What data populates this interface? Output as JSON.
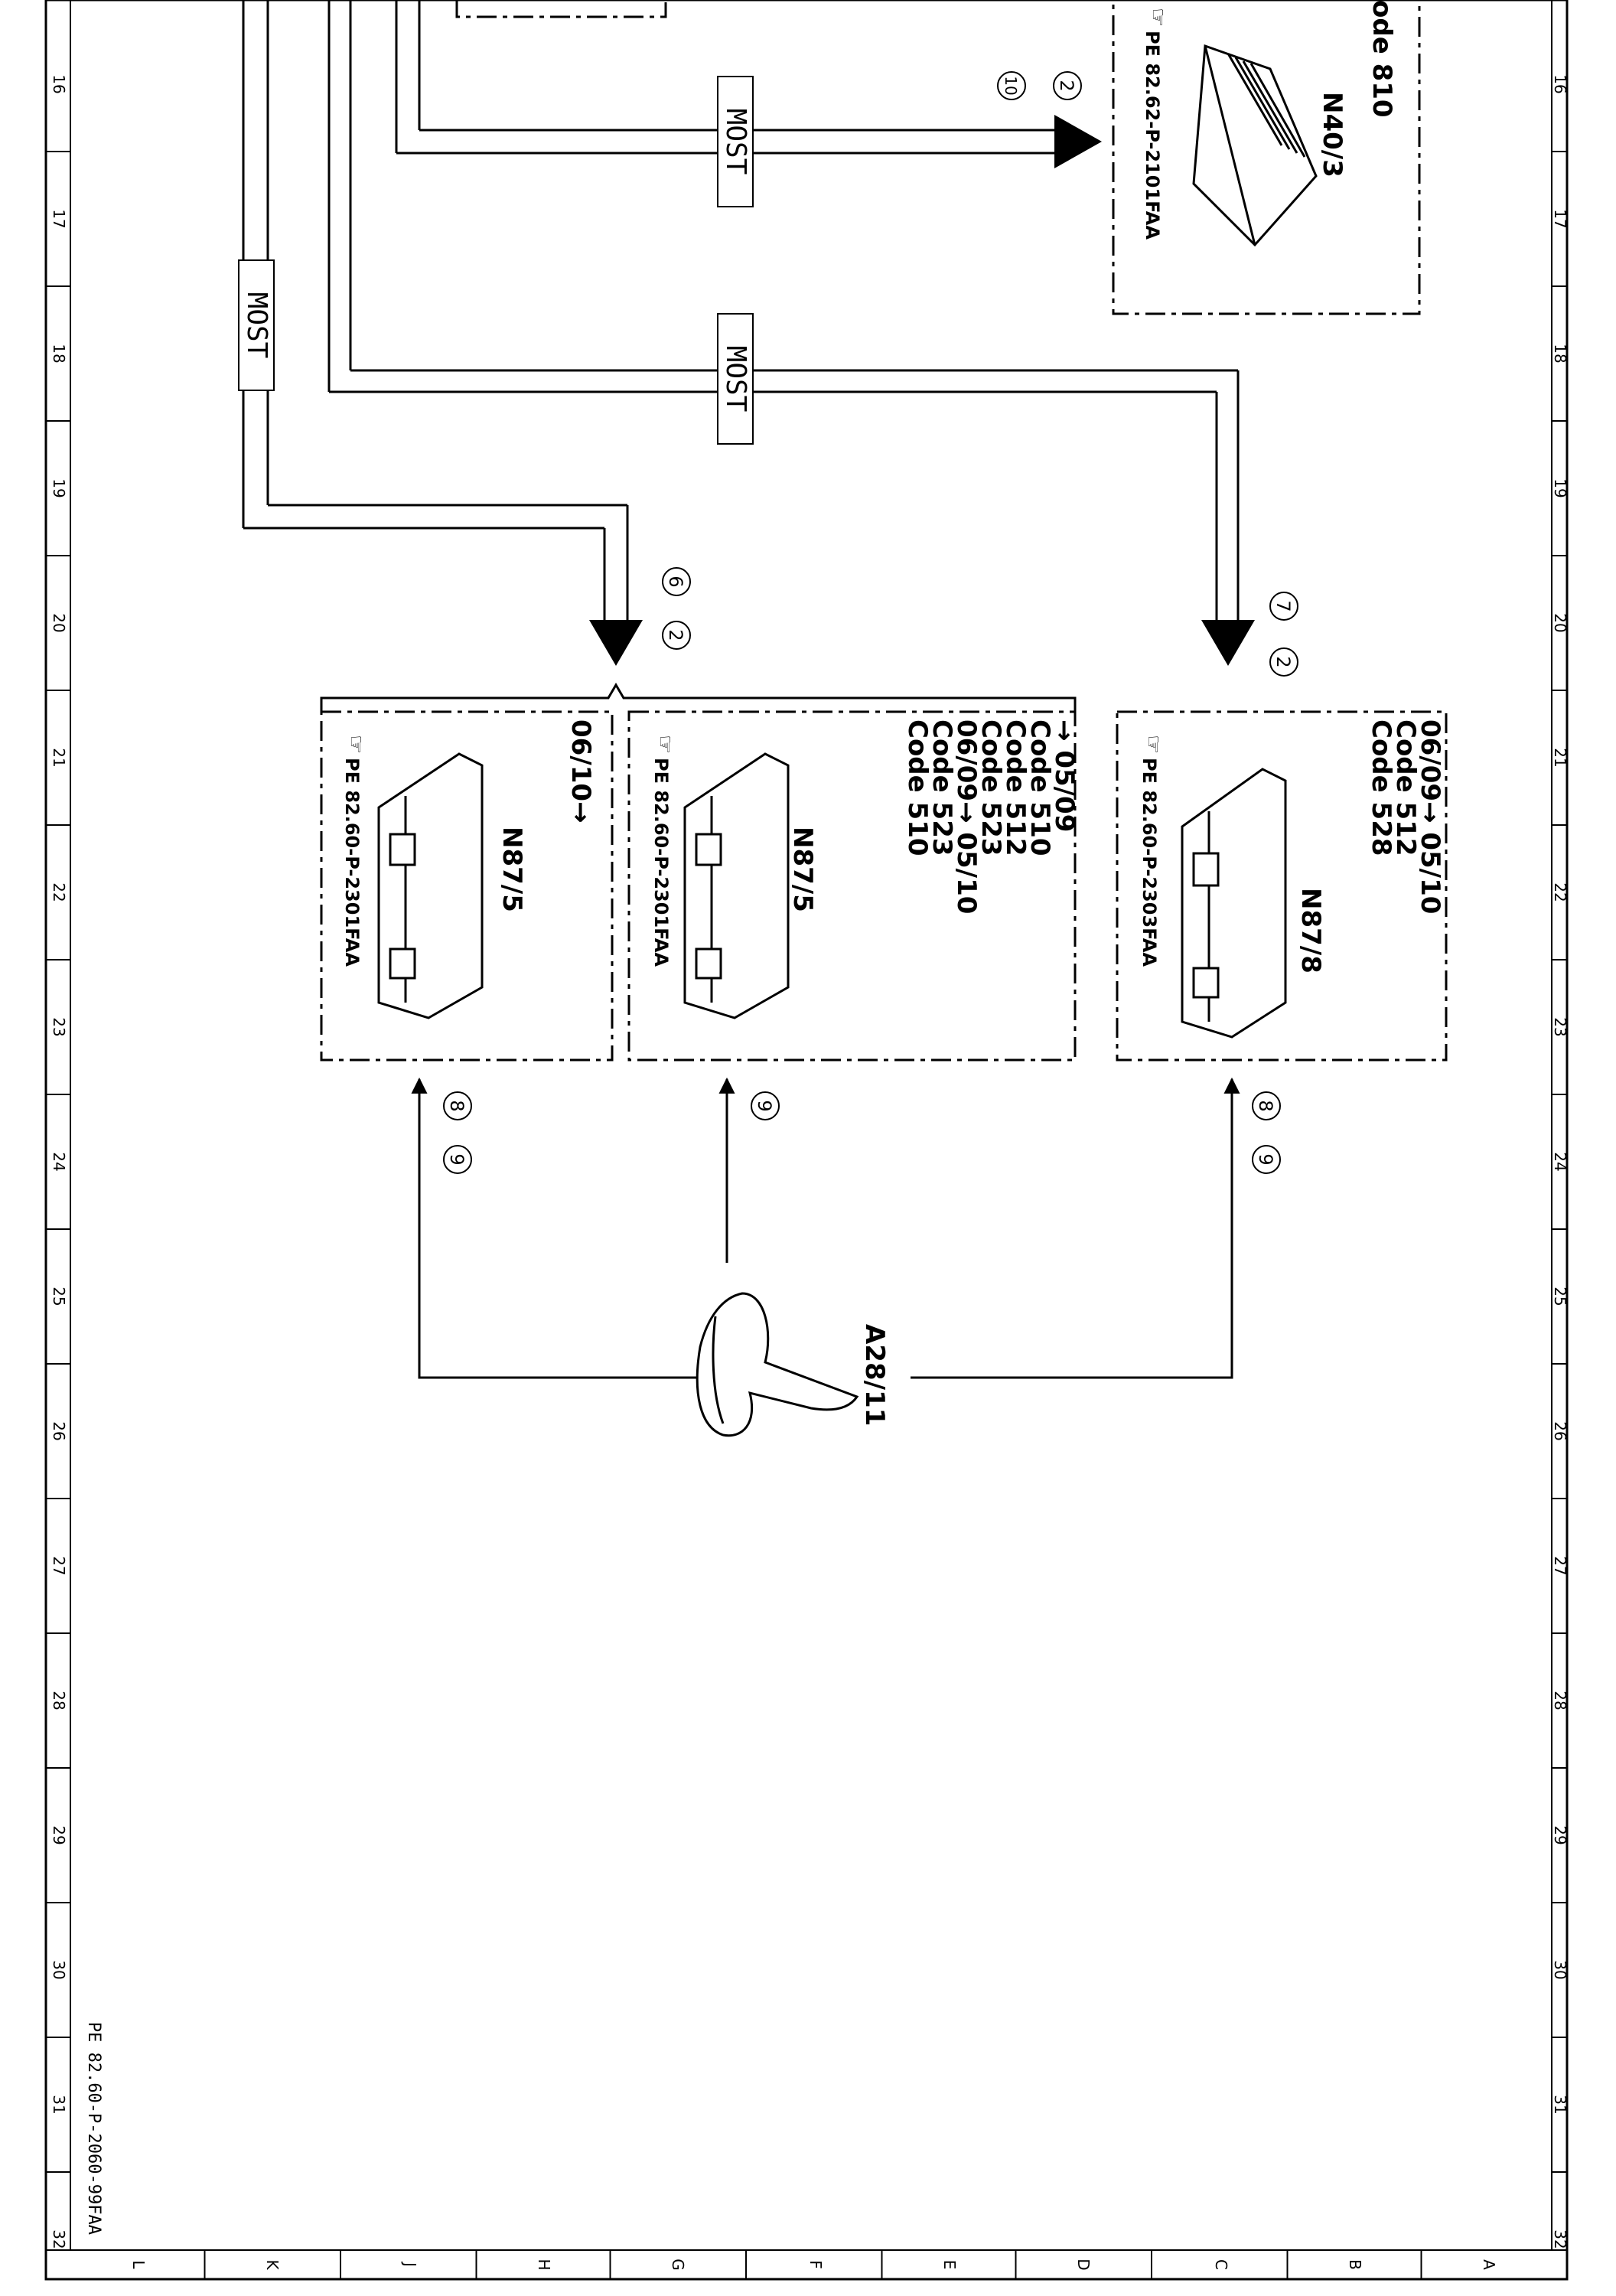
{
  "frame": {
    "row_numbers": [
      "16",
      "17",
      "18",
      "19",
      "20",
      "21",
      "22",
      "23",
      "24",
      "25",
      "26",
      "27",
      "28",
      "29",
      "30",
      "31",
      "32"
    ],
    "column_letters": [
      "L",
      "K",
      "J",
      "H",
      "G",
      "F",
      "E",
      "D",
      "C",
      "B",
      "A"
    ],
    "doc_ref": "PE 82.60-P-2060-99FAA"
  },
  "bus_labels": {
    "most": "MOST"
  },
  "callouts": {
    "c2": "2",
    "c6": "6",
    "c7": "7",
    "c8": "8",
    "c9": "9",
    "c10": "10"
  },
  "components": {
    "n40_3": {
      "label": "N40/3",
      "ref": "PE 82.62-P-2101FAA",
      "code_fragment": "ode 810"
    },
    "n87_8": {
      "label": "N87/8",
      "ref": "PE 82.60-P-2303FAA",
      "date": "06/09→ 05/10",
      "codes": [
        "Code 512",
        "Code 528"
      ]
    },
    "n87_5_mid": {
      "label": "N87/5",
      "ref": "PE 82.60-P-2301FAA",
      "lines": [
        "→ 05/09",
        "Code 510",
        "Code 512",
        "Code 523",
        "06/09→ 05/10",
        "Code 523",
        "Code 510"
      ]
    },
    "n87_5_left": {
      "label": "N87/5",
      "ref": "PE 82.60-P-2301FAA",
      "date": "06/10→"
    },
    "a28_11": {
      "label": "A28/11"
    }
  }
}
